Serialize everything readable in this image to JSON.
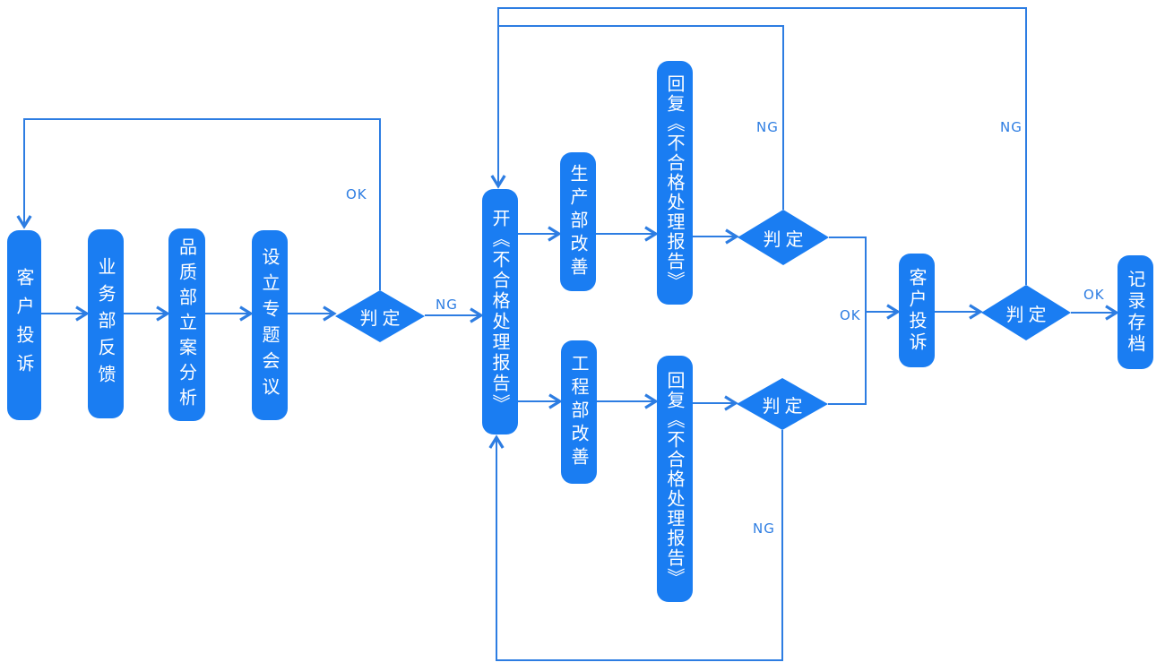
{
  "diagram": {
    "type": "flowchart",
    "nodes": {
      "customer_complaint_1": {
        "label": "客户投诉",
        "shape": "rounded-rect"
      },
      "business_feedback": {
        "label": "业务部反馈",
        "shape": "rounded-rect"
      },
      "quality_case_analysis": {
        "label": "品质部立案分析",
        "shape": "rounded-rect"
      },
      "special_meeting": {
        "label": "设立专题会议",
        "shape": "rounded-rect"
      },
      "judge_1": {
        "label": "判定",
        "shape": "diamond"
      },
      "open_report": {
        "label": "开《不合格处理报告》",
        "shape": "rounded-rect"
      },
      "production_improve": {
        "label": "生产部改善",
        "shape": "rounded-rect"
      },
      "reply_report_top": {
        "label": "回复《不合格处理报告》",
        "shape": "rounded-rect"
      },
      "judge_top": {
        "label": "判定",
        "shape": "diamond"
      },
      "engineering_improve": {
        "label": "工程部改善",
        "shape": "rounded-rect"
      },
      "reply_report_bottom": {
        "label": "回复《不合格处理报告》",
        "shape": "rounded-rect"
      },
      "judge_bottom": {
        "label": "判定",
        "shape": "diamond"
      },
      "customer_complaint_2": {
        "label": "客户投诉",
        "shape": "rounded-rect"
      },
      "judge_final": {
        "label": "判定",
        "shape": "diamond"
      },
      "record_archive": {
        "label": "记录存档",
        "shape": "rounded-rect"
      }
    },
    "edge_labels": {
      "ok_loop_judge1": "OK",
      "ng_judge1": "NG",
      "ng_judge_top": "NG",
      "ng_judge_final": "NG",
      "ok_merge": "OK",
      "ng_judge_bottom": "NG",
      "ok_final": "OK"
    },
    "colors": {
      "node_fill": "#1A7DF2",
      "line": "#2D7DE2",
      "node_text": "#FFFFFF"
    }
  }
}
